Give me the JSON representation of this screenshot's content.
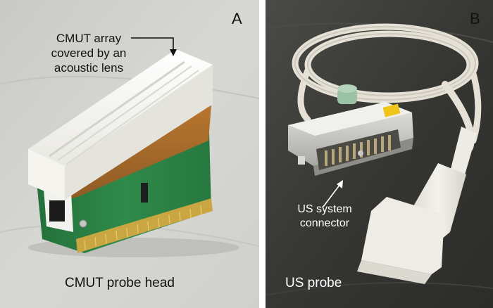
{
  "panel_a": {
    "letter": "A",
    "annotation_line1": "CMUT array",
    "annotation_line2": "covered by an",
    "annotation_line3": "acoustic lens",
    "caption": "CMUT probe head"
  },
  "panel_b": {
    "letter": "B",
    "annotation_line1": "US system",
    "annotation_line2": "connector",
    "caption": "US probe"
  },
  "colors": {
    "panel_a_background": "#d2d3cf",
    "panel_b_background": "#3a3a38",
    "pcb_green": "#2f8a4a",
    "lens_white": "#f3f2ec",
    "cable_beige": "#e6e1d6"
  }
}
